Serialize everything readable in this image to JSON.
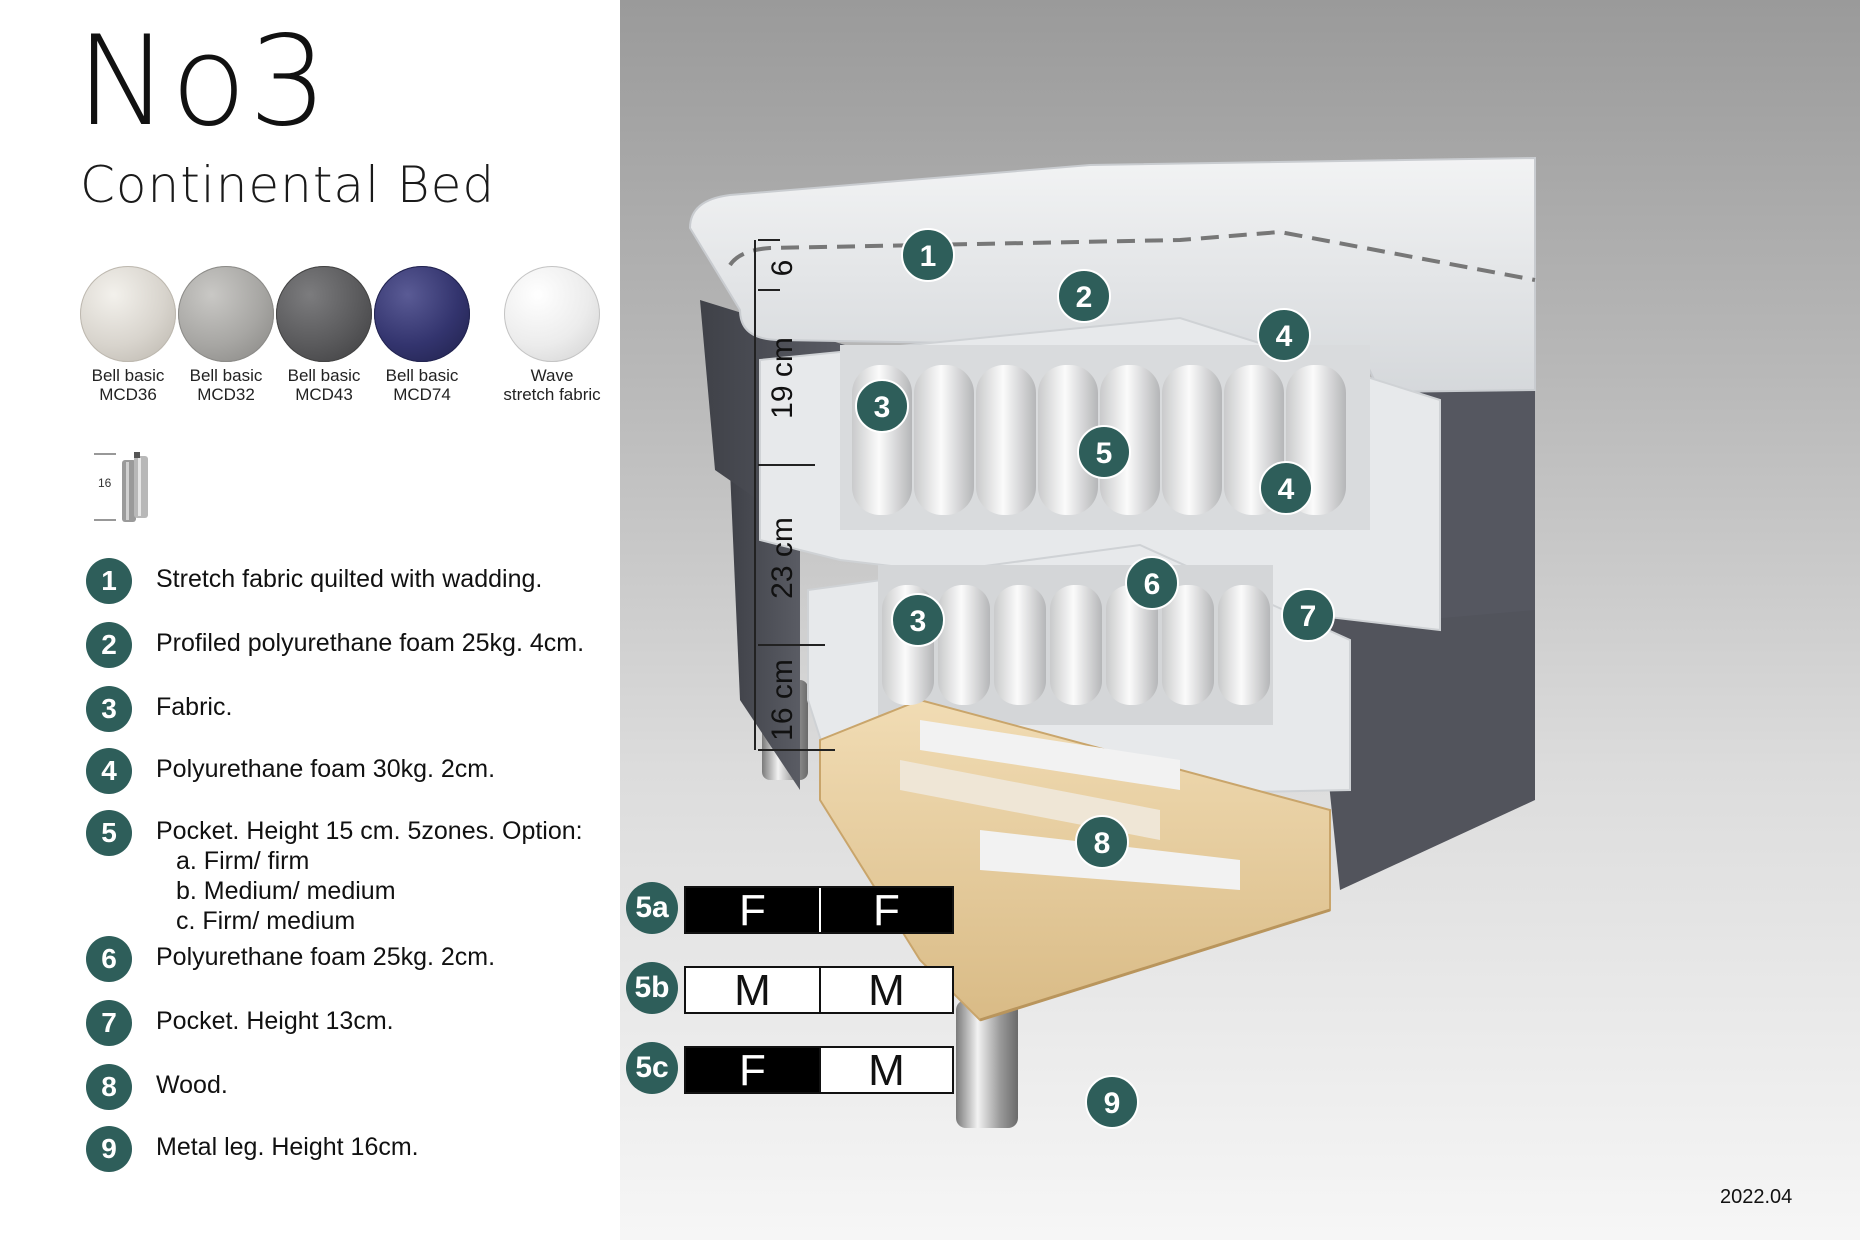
{
  "header": {
    "title": "No3",
    "subtitle": "Continental Bed"
  },
  "swatches": [
    {
      "name": "Bell basic",
      "code": "MCD36",
      "color": "#d8d4cd"
    },
    {
      "name": "Bell basic",
      "code": "MCD32",
      "color": "#a7a6a3"
    },
    {
      "name": "Bell basic",
      "code": "MCD43",
      "color": "#5a5a5c"
    },
    {
      "name": "Bell basic",
      "code": "MCD74",
      "color": "#33346e"
    },
    {
      "name": "Wave",
      "code": "stretch fabric",
      "color": "#ececec"
    }
  ],
  "leg_icon": {
    "height_label": "16"
  },
  "legend": [
    {
      "num": "1",
      "text": "Stretch fabric quilted with wadding."
    },
    {
      "num": "2",
      "text": "Profiled polyurethane foam 25kg. 4cm."
    },
    {
      "num": "3",
      "text": "Fabric."
    },
    {
      "num": "4",
      "text": "Polyurethane foam 30kg. 2cm."
    },
    {
      "num": "5",
      "text": "Pocket. Height 15 cm. 5zones. Option:",
      "options": [
        "a. Firm/ firm",
        "b. Medium/ medium",
        "c. Firm/ medium"
      ]
    },
    {
      "num": "6",
      "text": "Polyurethane foam 25kg. 2cm."
    },
    {
      "num": "7",
      "text": "Pocket. Height 13cm."
    },
    {
      "num": "8",
      "text": "Wood."
    },
    {
      "num": "9",
      "text": "Metal leg. Height 16cm."
    }
  ],
  "dimensions": [
    "6",
    "19 cm",
    "23 cm",
    "16 cm"
  ],
  "callouts": [
    "1",
    "2",
    "3",
    "3",
    "4",
    "4",
    "5",
    "6",
    "7",
    "8",
    "9"
  ],
  "zones": [
    {
      "label": "5a",
      "left": "F",
      "right": "F",
      "left_color": "black",
      "right_color": "black"
    },
    {
      "label": "5b",
      "left": "M",
      "right": "M",
      "left_color": "white",
      "right_color": "white"
    },
    {
      "label": "5c",
      "left": "F",
      "right": "M",
      "left_color": "black",
      "right_color": "white"
    }
  ],
  "footer": {
    "date": "2022.04"
  },
  "colors": {
    "badge": "#2e5e5a",
    "fabric": "#4d4f57",
    "foam": "#e4e6e8",
    "wood": "#e8cfa3"
  }
}
